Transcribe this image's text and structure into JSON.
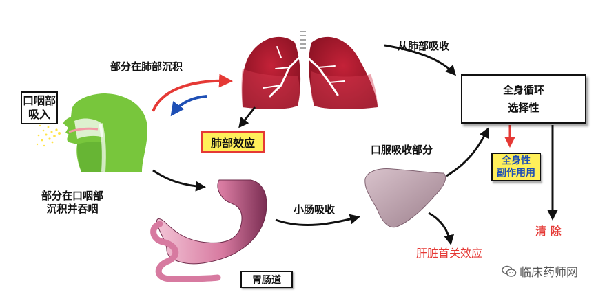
{
  "diagram": {
    "oral_inhalation": [
      "口咽部",
      "吸入"
    ],
    "lung_deposition": "部分在肺部沉积",
    "oropharynx_deposition": [
      "部分在口咽部",
      "沉积并吞咽"
    ],
    "lung_effect": "肺部效应",
    "lung_absorption": "从肺部吸收",
    "systemic": [
      "全身循环",
      "选择性"
    ],
    "systemic_side_effect": [
      "全身性",
      "副作用用"
    ],
    "oral_absorption": "口服吸收部分",
    "intestine_absorption": "小肠吸收",
    "gi_tract": "胃肠道",
    "clearance": "清 除",
    "liver_first_pass": "肝脏首关效应",
    "watermark": "临床药师网"
  },
  "colors": {
    "accent_red": "#e53935",
    "accent_blue": "#1e4fb5",
    "highlight_yellow": "#ffef5a",
    "lung": "#a3162a",
    "head": "#78c63c",
    "stomach": "#d77aa0",
    "liver": "#b79aa6"
  }
}
